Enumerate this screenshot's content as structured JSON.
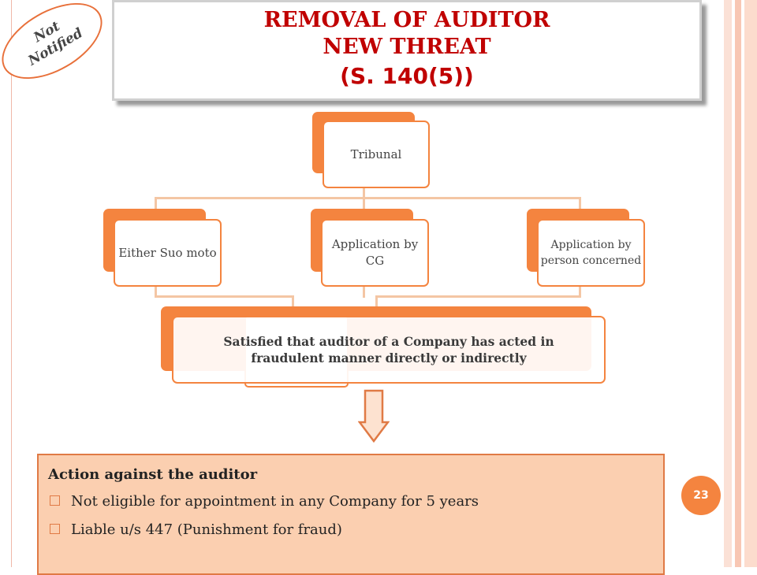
{
  "title": {
    "line1": "REMOVAL OF AUDITOR",
    "line2": "NEW THREAT",
    "line3": "(S. 140(5))"
  },
  "badge": {
    "line1": "Not",
    "line2": "Notified"
  },
  "diagram": {
    "root": "Tribunal",
    "children": [
      "Either Suo moto",
      "Application by CG",
      "Application by person concerned"
    ],
    "result": "Satisfied that auditor of a Company has acted in fraudulent manner directly or indirectly"
  },
  "action": {
    "heading": "Action against the auditor",
    "items": [
      "Not eligible for appointment in any Company for 5 years",
      "Liable u/s 447 (Punishment for fraud)"
    ]
  },
  "page_number": "23",
  "colors": {
    "accent": "#f4843f",
    "title": "#c00000",
    "action_bg": "#fbcfb0"
  }
}
